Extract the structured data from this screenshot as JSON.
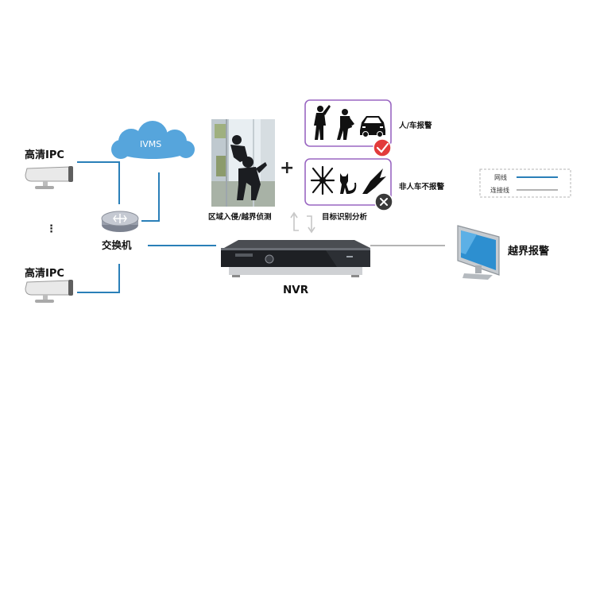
{
  "labels": {
    "ipc_top": "高清IPC",
    "ipc_bottom": "高清IPC",
    "switch": "交换机",
    "cloud": "IVMS",
    "nvr": "NVR",
    "alarm": "越界报警",
    "intrusion": "区域入侵/越界侦测",
    "target": "目标识别分析",
    "person_vehicle": "人/车报警",
    "non_person_vehicle": "非人车不报警",
    "plus": "+",
    "ellipsis": "⋮"
  },
  "legend": {
    "network": "网线",
    "connection": "连接线"
  },
  "colors": {
    "network_line": "#2a7fb8",
    "connection_line": "#9a9a9a",
    "cloud": "#56a5dc",
    "panel_border": "#9a67c2",
    "check_badge": "#e23b3b",
    "cross_badge": "#3a3a3a",
    "monitor_screen": "#2d8fd0"
  },
  "icons": [
    "bullet-camera-icon",
    "router-icon",
    "cloud-icon",
    "nvr-recorder-icon",
    "monitor-icon",
    "person-silhouette-icon",
    "car-icon",
    "insect-icon",
    "cat-icon",
    "bird-icon",
    "check-icon",
    "close-icon",
    "sync-arrows-icon"
  ]
}
